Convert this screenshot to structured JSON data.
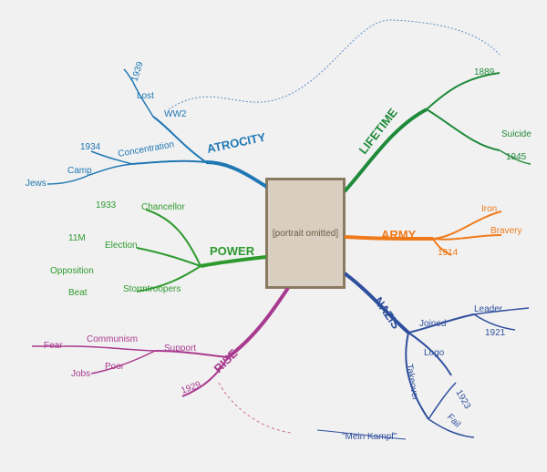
{
  "center": {
    "placeholder": "[portrait omitted]"
  },
  "colors": {
    "atrocity": "#1f77b4",
    "lifetime": "#1f8a3a",
    "power": "#2e9a2e",
    "army": "#f07a1a",
    "nazis": "#2f4f9e",
    "rise": "#a83a8f",
    "connector": "#5d8fc4",
    "dashed": "#d06a9a"
  },
  "branches": {
    "atrocity": {
      "title": "ATROCITY",
      "sub": [
        "WW2",
        "Lost",
        "1939",
        "Concentration",
        "1934",
        "Camp",
        "Jews"
      ]
    },
    "lifetime": {
      "title": "LIFETIME",
      "sub": [
        "1889",
        "Suicide",
        "1945"
      ]
    },
    "power": {
      "title": "POWER",
      "sub": [
        "Chancellor",
        "1933",
        "Election",
        "11M",
        "Stormtroopers",
        "Opposition",
        "Beat"
      ]
    },
    "army": {
      "title": "ARMY",
      "sub": [
        "Iron",
        "Bravery",
        "1914"
      ]
    },
    "nazis": {
      "title": "NAZIS",
      "sub": [
        "Joined",
        "Leader",
        "1921",
        "Logo",
        "Takeover",
        "1923",
        "Fail"
      ]
    },
    "rise": {
      "title": "RISE",
      "sub": [
        "Support",
        "Communism",
        "Fear",
        "Poor",
        "Jobs",
        "1929"
      ]
    }
  },
  "book": {
    "label": "\"Mein Kampf\""
  },
  "icons": {
    "vote": "VOTE"
  }
}
